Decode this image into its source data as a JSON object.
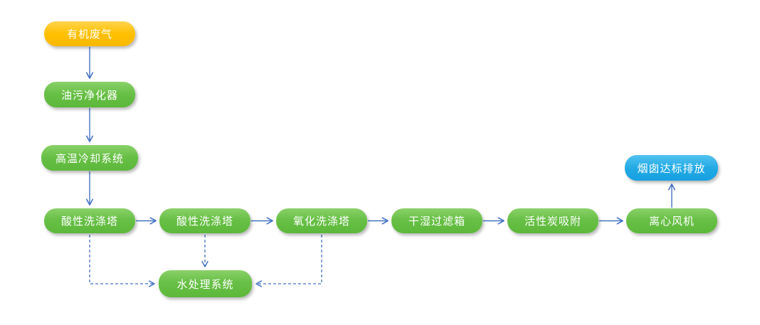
{
  "diagram": {
    "type": "flowchart",
    "background": "#ffffff",
    "nodes": [
      {
        "id": "organic-waste-gas",
        "label": "有机废气",
        "shape": "rounded-rectangle",
        "fill": "#ffc000",
        "text_color": "#ffffff"
      },
      {
        "id": "oil-purifier",
        "label": "油污净化器",
        "shape": "rounded-rectangle",
        "fill": "#6cc04a",
        "text_color": "#ffffff"
      },
      {
        "id": "high-temp-cooling-system",
        "label": "高温冷却系统",
        "shape": "rounded-rectangle",
        "fill": "#6cc04a",
        "text_color": "#ffffff"
      },
      {
        "id": "acid-scrubber-1",
        "label": "酸性洗涤塔",
        "shape": "rounded-rectangle",
        "fill": "#6cc04a",
        "text_color": "#ffffff"
      },
      {
        "id": "acid-scrubber-2",
        "label": "酸性洗涤塔",
        "shape": "rounded-rectangle",
        "fill": "#6cc04a",
        "text_color": "#ffffff"
      },
      {
        "id": "oxidation-scrubber",
        "label": "氧化洗涤塔",
        "shape": "rounded-rectangle",
        "fill": "#6cc04a",
        "text_color": "#ffffff"
      },
      {
        "id": "dry-wet-filter-box",
        "label": "干湿过滤箱",
        "shape": "rounded-rectangle",
        "fill": "#6cc04a",
        "text_color": "#ffffff"
      },
      {
        "id": "activated-carbon-adsorption",
        "label": "活性炭吸附",
        "shape": "rounded-rectangle",
        "fill": "#6cc04a",
        "text_color": "#ffffff"
      },
      {
        "id": "centrifugal-fan",
        "label": "离心风机",
        "shape": "rounded-rectangle",
        "fill": "#6cc04a",
        "text_color": "#ffffff"
      },
      {
        "id": "chimney-compliant-discharge",
        "label": "烟囱达标排放",
        "shape": "rounded-rectangle",
        "fill": "#29abe2",
        "text_color": "#ffffff"
      },
      {
        "id": "water-treatment-system",
        "label": "水处理系统",
        "shape": "rounded-rectangle",
        "fill": "#6cc04a",
        "text_color": "#ffffff"
      }
    ],
    "edges": [
      {
        "from": "organic-waste-gas",
        "to": "oil-purifier",
        "style": "solid",
        "direction": "down"
      },
      {
        "from": "oil-purifier",
        "to": "high-temp-cooling-system",
        "style": "solid",
        "direction": "down"
      },
      {
        "from": "high-temp-cooling-system",
        "to": "acid-scrubber-1",
        "style": "solid",
        "direction": "down"
      },
      {
        "from": "acid-scrubber-1",
        "to": "acid-scrubber-2",
        "style": "solid",
        "direction": "right"
      },
      {
        "from": "acid-scrubber-2",
        "to": "oxidation-scrubber",
        "style": "solid",
        "direction": "right"
      },
      {
        "from": "oxidation-scrubber",
        "to": "dry-wet-filter-box",
        "style": "solid",
        "direction": "right"
      },
      {
        "from": "dry-wet-filter-box",
        "to": "activated-carbon-adsorption",
        "style": "solid",
        "direction": "right"
      },
      {
        "from": "activated-carbon-adsorption",
        "to": "centrifugal-fan",
        "style": "solid",
        "direction": "right"
      },
      {
        "from": "centrifugal-fan",
        "to": "chimney-compliant-discharge",
        "style": "solid",
        "direction": "up"
      },
      {
        "from": "acid-scrubber-1",
        "to": "water-treatment-system",
        "style": "dashed",
        "direction": "down-right"
      },
      {
        "from": "acid-scrubber-2",
        "to": "water-treatment-system",
        "style": "dashed",
        "direction": "down"
      },
      {
        "from": "oxidation-scrubber",
        "to": "water-treatment-system",
        "style": "dashed",
        "direction": "down-left"
      }
    ],
    "colors": {
      "arrow": "#4472c4",
      "node_green": "#6cc04a",
      "node_orange": "#ffc000",
      "node_blue": "#29abe2",
      "node_text": "#ffffff"
    }
  }
}
